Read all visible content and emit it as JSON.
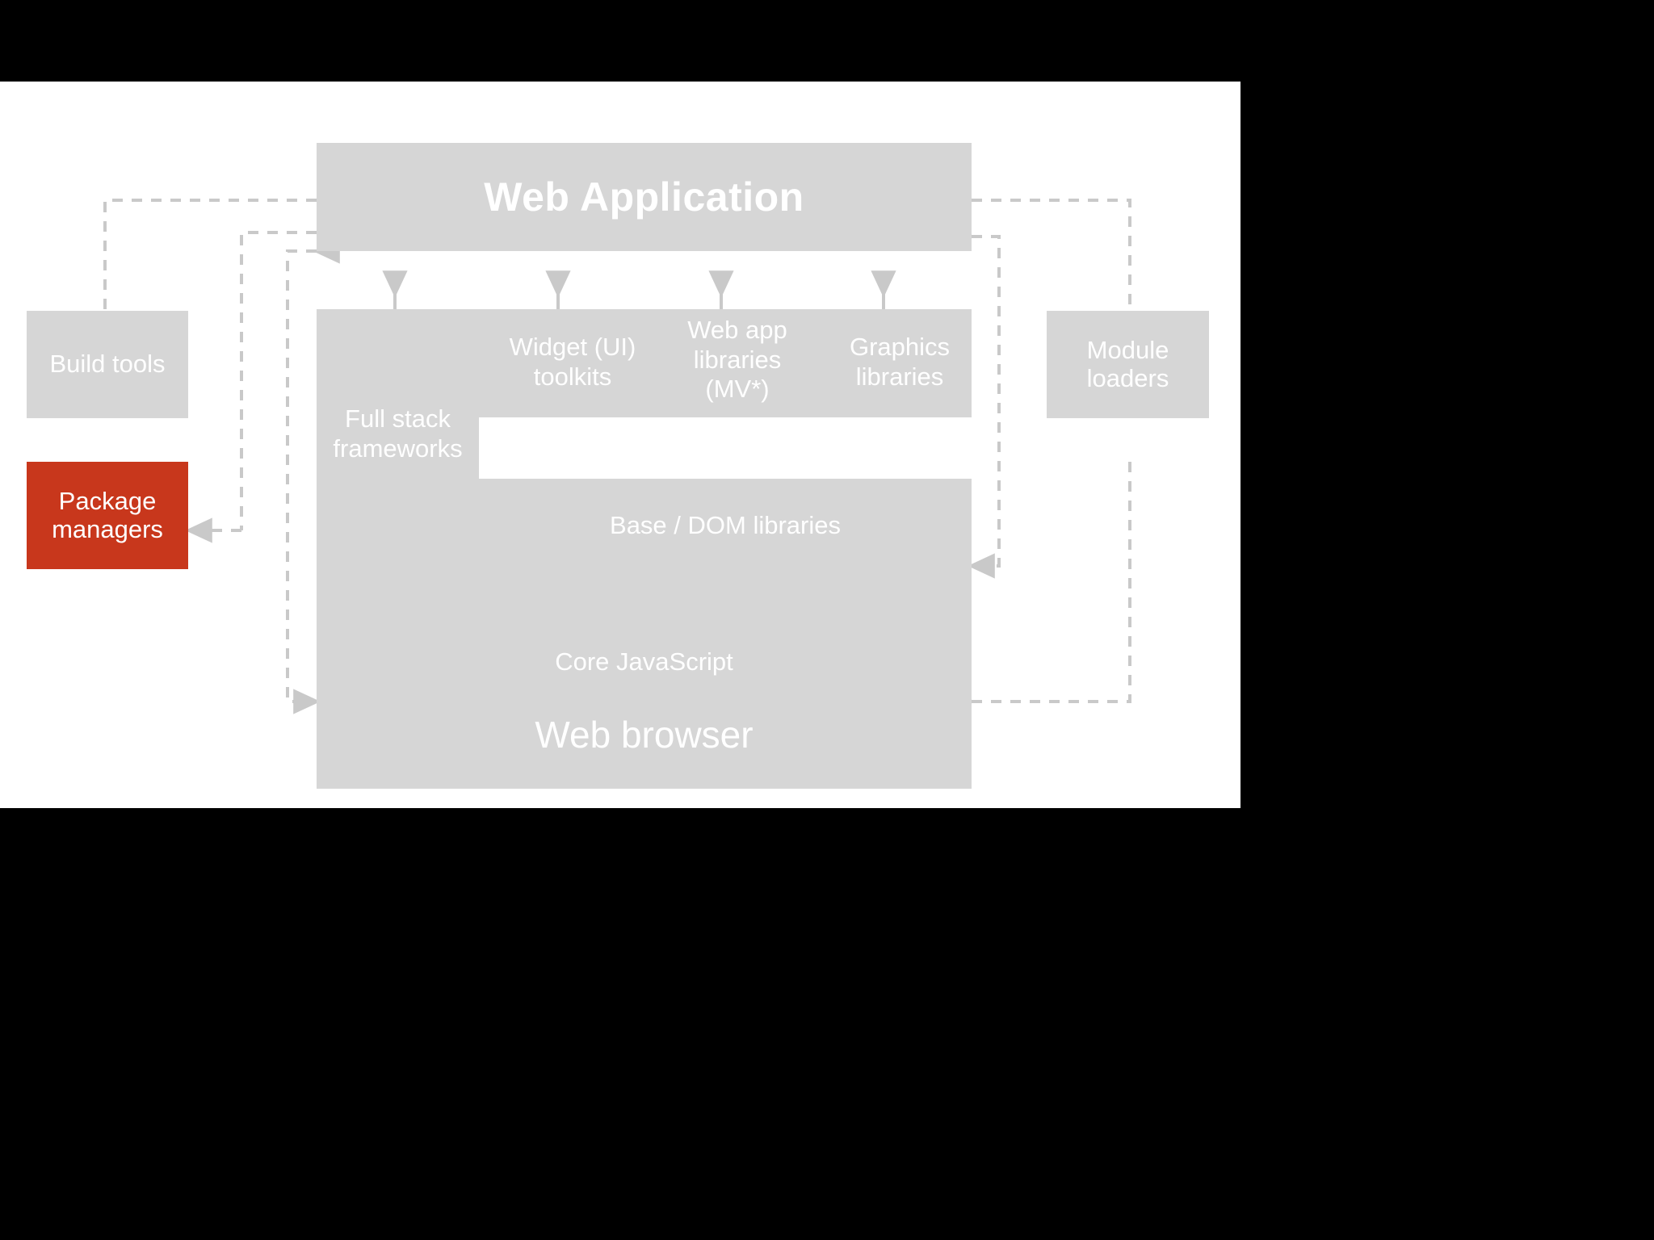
{
  "slide": {
    "title_box": {
      "label": "Web Application"
    },
    "browser_stack": {
      "core_js": "Core JavaScript",
      "browser": "Web browser"
    },
    "library_layer": {
      "full_stack": "Full stack\nframeworks",
      "full_stack_line1": "Full stack",
      "full_stack_line2": "frameworks",
      "widget_line1": "Widget (UI)",
      "widget_line2": "toolkits",
      "webapp_line1": "Web app",
      "webapp_line2": "libraries",
      "webapp_line3": "(MV*)",
      "graphics_line1": "Graphics",
      "graphics_line2": "libraries",
      "base_dom": "Base / DOM libraries"
    },
    "left_column": [
      {
        "label": "Build tools",
        "color": "#d6d6d6",
        "highlight": false
      },
      {
        "label_line1": "Package",
        "label_line2": "managers",
        "color": "#c8371c",
        "highlight": true
      }
    ],
    "right_column": [
      {
        "label_line1": "Module",
        "label_line2": "loaders",
        "color": "#d6d6d6",
        "highlight": false
      }
    ],
    "colors": {
      "box_gray": "#d6d6d6",
      "highlight_red": "#c8371c",
      "arrow_gray": "#c9c9c9",
      "text_white": "#ffffff",
      "letterbox": "#000000",
      "slide_bg": "#ffffff"
    }
  }
}
